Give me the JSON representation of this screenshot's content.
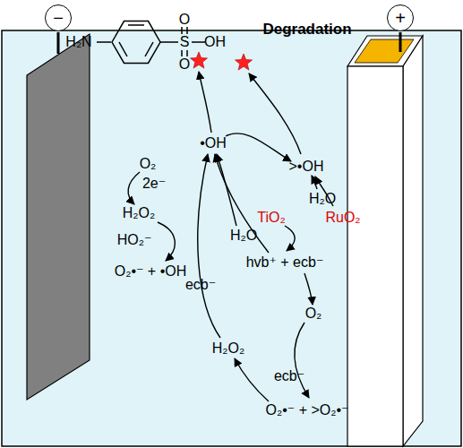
{
  "diagram": {
    "nodes": [
      {
        "text": [
          "−"
        ]
      },
      {
        "text": [
          "+"
        ]
      }
    ],
    "labels": [
      "H₂N",
      "O",
      "S",
      "OH",
      "O",
      "Degradation",
      "O₂",
      "2e⁻",
      "•OH",
      ">•OH",
      "H₂O₂",
      "H₂O",
      "RuO₂",
      "TiO₂",
      "H₂O",
      "HO₂⁻",
      "hvb⁺ + ecb⁻",
      "O₂•⁻ + •OH",
      "ecb⁻",
      "O₂",
      "H₂O₂",
      "ecb⁻",
      "O₂•⁻ + >O₂•⁻"
    ]
  }
}
